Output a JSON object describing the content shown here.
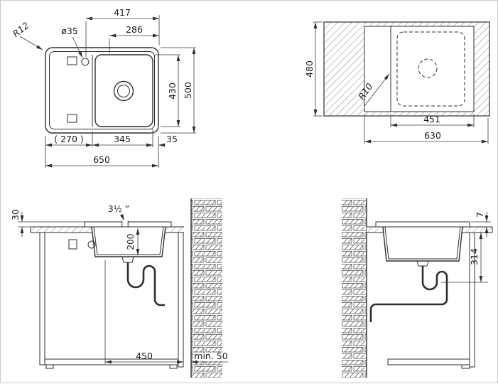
{
  "drawing": {
    "title": "sink installation technical drawing",
    "top_view": {
      "dim_417": "417",
      "dim_286": "286",
      "dim_hole": "ø35",
      "dim_r12": "R12",
      "dim_430": "430",
      "dim_500": "500",
      "dim_270": "( 270 )",
      "dim_345": "345",
      "dim_35": "35",
      "dim_650": "650"
    },
    "cutout_view": {
      "dim_480": "480",
      "dim_r10": "R10",
      "dim_451": "451",
      "dim_630": "630"
    },
    "front_view": {
      "dim_30": "30",
      "dim_faucet": "3½ ”",
      "dim_200": "200",
      "dim_450": "450",
      "dim_min50": "min. 50"
    },
    "side_view": {
      "dim_7": "7",
      "dim_314": "314"
    }
  }
}
